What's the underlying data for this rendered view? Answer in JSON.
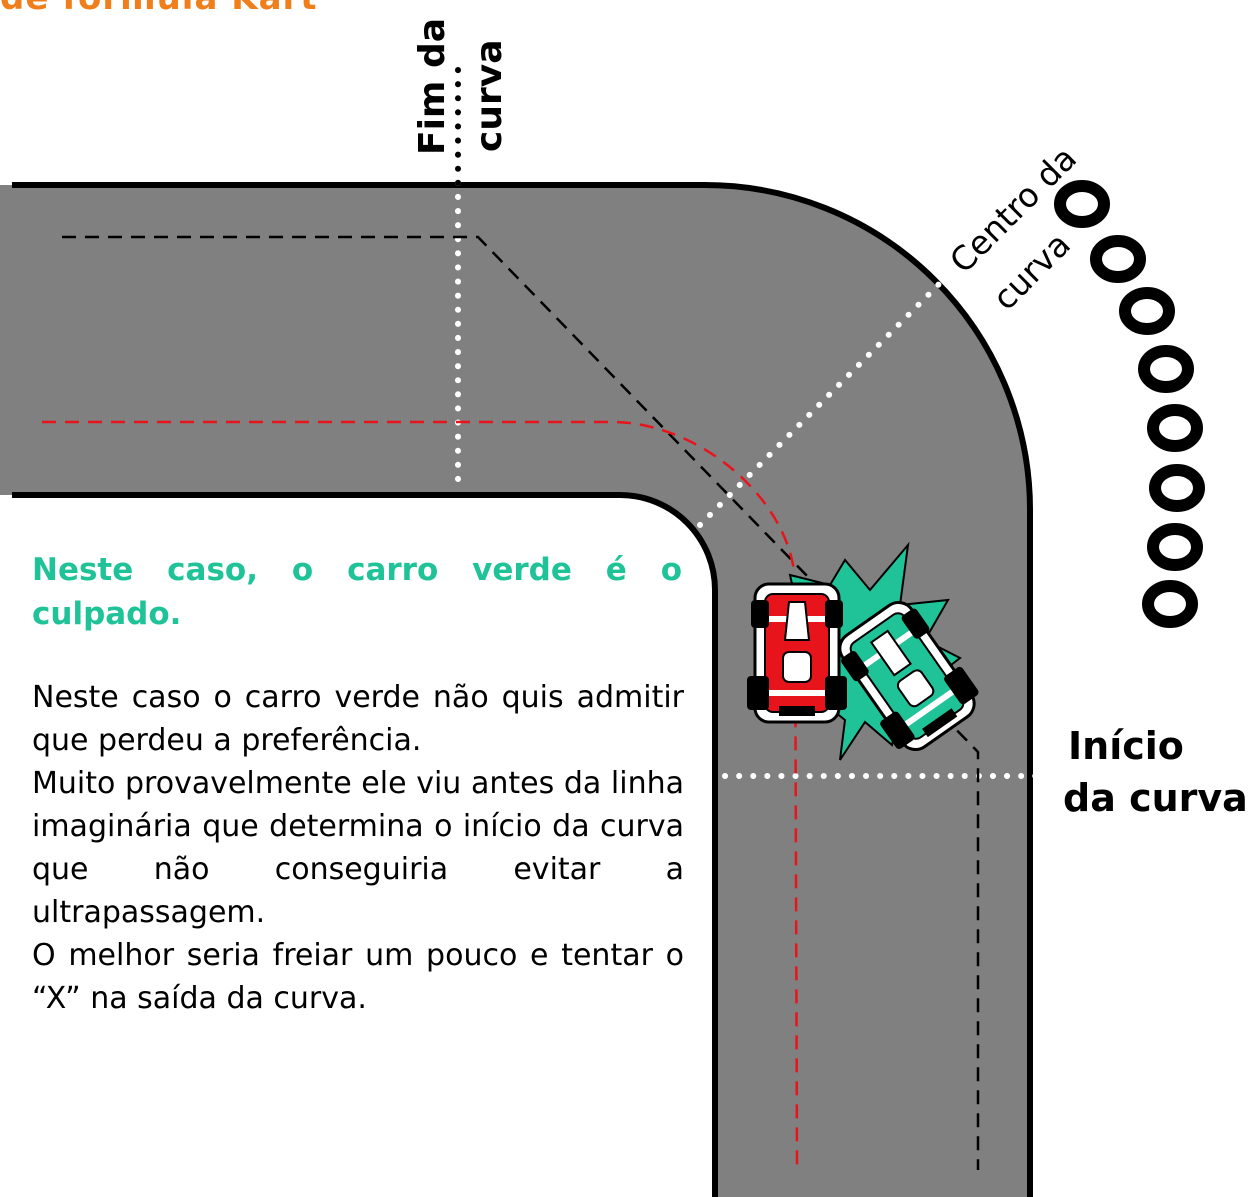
{
  "header": {
    "title": "de fórmula Kart"
  },
  "labels": {
    "fim_da": "Fim da",
    "fim_curva": "curva",
    "centro_da": "Centro da",
    "centro_curva": "curva",
    "inicio": "Início",
    "inicio_da_curva": "da curva"
  },
  "text": {
    "verdict": "Neste caso, o carro verde é o culpado.",
    "paragraphs": [
      "Neste caso o carro verde não quis admitir que perdeu a preferência.",
      "Muito provavelmente ele viu antes da linha imaginária que determina o início da curva que não conseguiria evitar a ultrapassagem.",
      "O melhor seria freiar um pouco e tentar o “X” na saída da curva."
    ]
  },
  "colors": {
    "track": "#808080",
    "verdict_text": "#1fc397",
    "header_text": "#f07f1b",
    "red_line": "#e8141c",
    "green_kart": "#1fc397",
    "red_kart": "#e8141c"
  },
  "icons": [
    "tire-barrier-icon",
    "red-kart-icon",
    "green-kart-icon",
    "collision-burst-icon"
  ]
}
